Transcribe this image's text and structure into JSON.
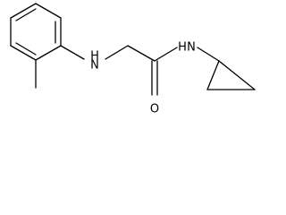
{
  "molecule": {
    "atoms": {
      "amine_nh": "H\nN",
      "amide_n": "N",
      "amide_h": "H",
      "carbonyl_o": "O"
    },
    "bond_color": "#000000",
    "background": "#ffffff"
  }
}
